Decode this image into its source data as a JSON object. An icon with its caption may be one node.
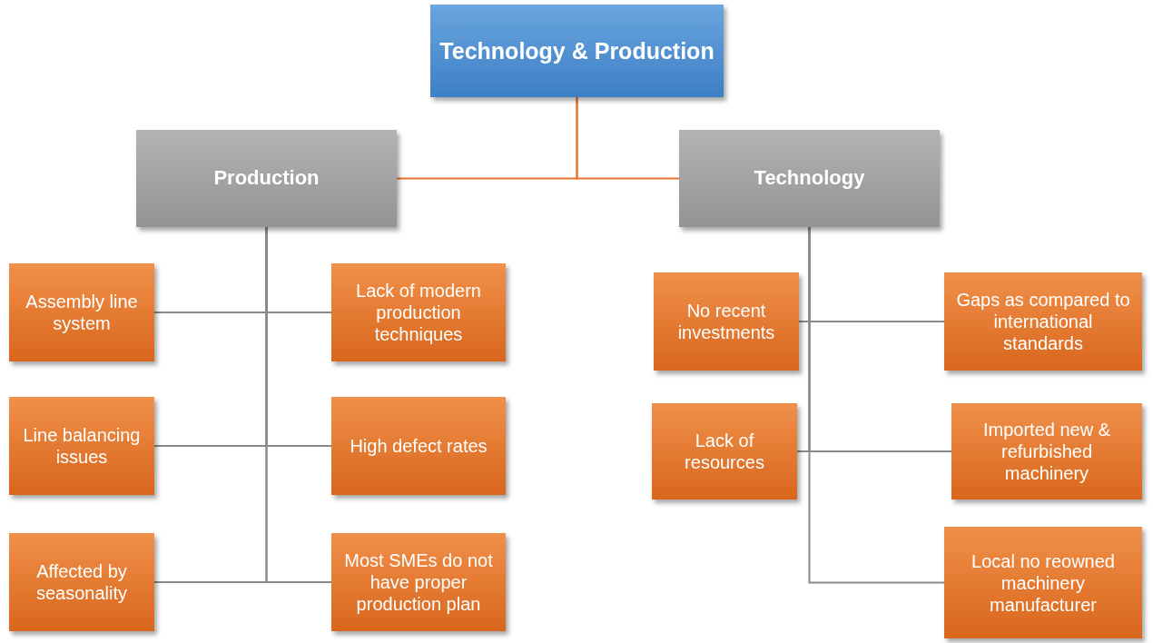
{
  "diagram": {
    "nodes": [
      {
        "text": [
          "Technology & Production"
        ]
      },
      {
        "text": [
          "Production"
        ]
      },
      {
        "text": [
          "Technology"
        ]
      },
      {
        "text": [
          "Assembly line system"
        ]
      },
      {
        "text": [
          "Lack of modern production techniques"
        ]
      },
      {
        "text": [
          "Line balancing issues"
        ]
      },
      {
        "text": [
          "High defect rates"
        ]
      },
      {
        "text": [
          "Affected by seasonality"
        ]
      },
      {
        "text": [
          "Most SMEs do not have proper production plan"
        ]
      },
      {
        "text": [
          "No recent investments"
        ]
      },
      {
        "text": [
          "Gaps as compared to international standards"
        ]
      },
      {
        "text": [
          "Lack of resources"
        ]
      },
      {
        "text": [
          "Imported new & refurbished machinery"
        ]
      },
      {
        "text": [
          "Local no reowned machinery manufacturer"
        ]
      }
    ],
    "edges": [
      {
        "from": 0,
        "to": 1,
        "arrow": "none",
        "color": "#e8742a"
      },
      {
        "from": 0,
        "to": 2,
        "arrow": "none",
        "color": "#e8742a"
      },
      {
        "from": 1,
        "to": 3,
        "arrow": "none"
      },
      {
        "from": 1,
        "to": 4,
        "arrow": "none"
      },
      {
        "from": 1,
        "to": 5,
        "arrow": "none"
      },
      {
        "from": 1,
        "to": 6,
        "arrow": "none"
      },
      {
        "from": 1,
        "to": 7,
        "arrow": "none"
      },
      {
        "from": 1,
        "to": 8,
        "arrow": "none"
      },
      {
        "from": 2,
        "to": 9,
        "arrow": "none"
      },
      {
        "from": 2,
        "to": 10,
        "arrow": "none"
      },
      {
        "from": 2,
        "to": 11,
        "arrow": "none"
      },
      {
        "from": 2,
        "to": 12,
        "arrow": "none"
      },
      {
        "from": 2,
        "to": 13,
        "arrow": "none"
      }
    ]
  }
}
